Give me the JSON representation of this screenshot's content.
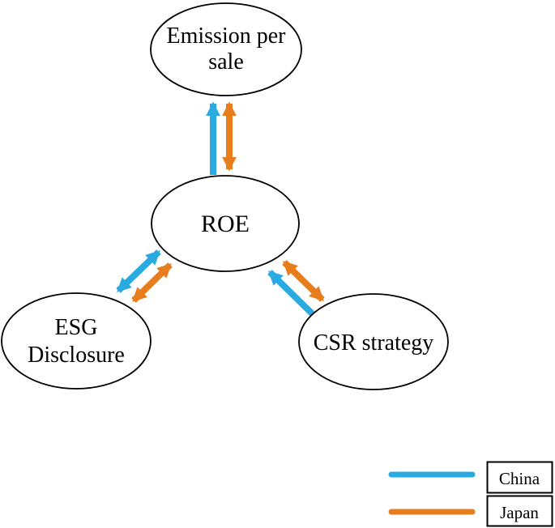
{
  "figure": {
    "type": "path-diagram",
    "description": "Relationships between ROE and ESG factors for China and Japan",
    "background": "#ffffff"
  },
  "colors": {
    "china": "#29ABE2",
    "japan": "#E87D1E",
    "outline": "#000000"
  },
  "nodes": {
    "emission": {
      "label": "Emission per sale",
      "line1": "Emission per",
      "line2": "sale"
    },
    "roe": {
      "label": "ROE"
    },
    "esg": {
      "label": "ESG Disclosure",
      "line1": "ESG",
      "line2": "Disclosure"
    },
    "csr": {
      "label": "CSR strategy"
    }
  },
  "edges": [
    {
      "between": [
        "ROE",
        "Emission per sale"
      ],
      "series": "China",
      "heads": "single, pointing to Emission per sale"
    },
    {
      "between": [
        "ROE",
        "Emission per sale"
      ],
      "series": "Japan",
      "heads": "double"
    },
    {
      "between": [
        "ESG Disclosure",
        "ROE"
      ],
      "series": "China",
      "heads": "double"
    },
    {
      "between": [
        "ESG Disclosure",
        "ROE"
      ],
      "series": "Japan",
      "heads": "double"
    },
    {
      "between": [
        "CSR strategy",
        "ROE"
      ],
      "series": "China",
      "heads": "single, pointing to ROE"
    },
    {
      "between": [
        "CSR strategy",
        "ROE"
      ],
      "series": "Japan",
      "heads": "double"
    }
  ],
  "legend": {
    "items": [
      {
        "label": "China",
        "color": "#29ABE2"
      },
      {
        "label": "Japan",
        "color": "#E87D1E"
      }
    ]
  }
}
